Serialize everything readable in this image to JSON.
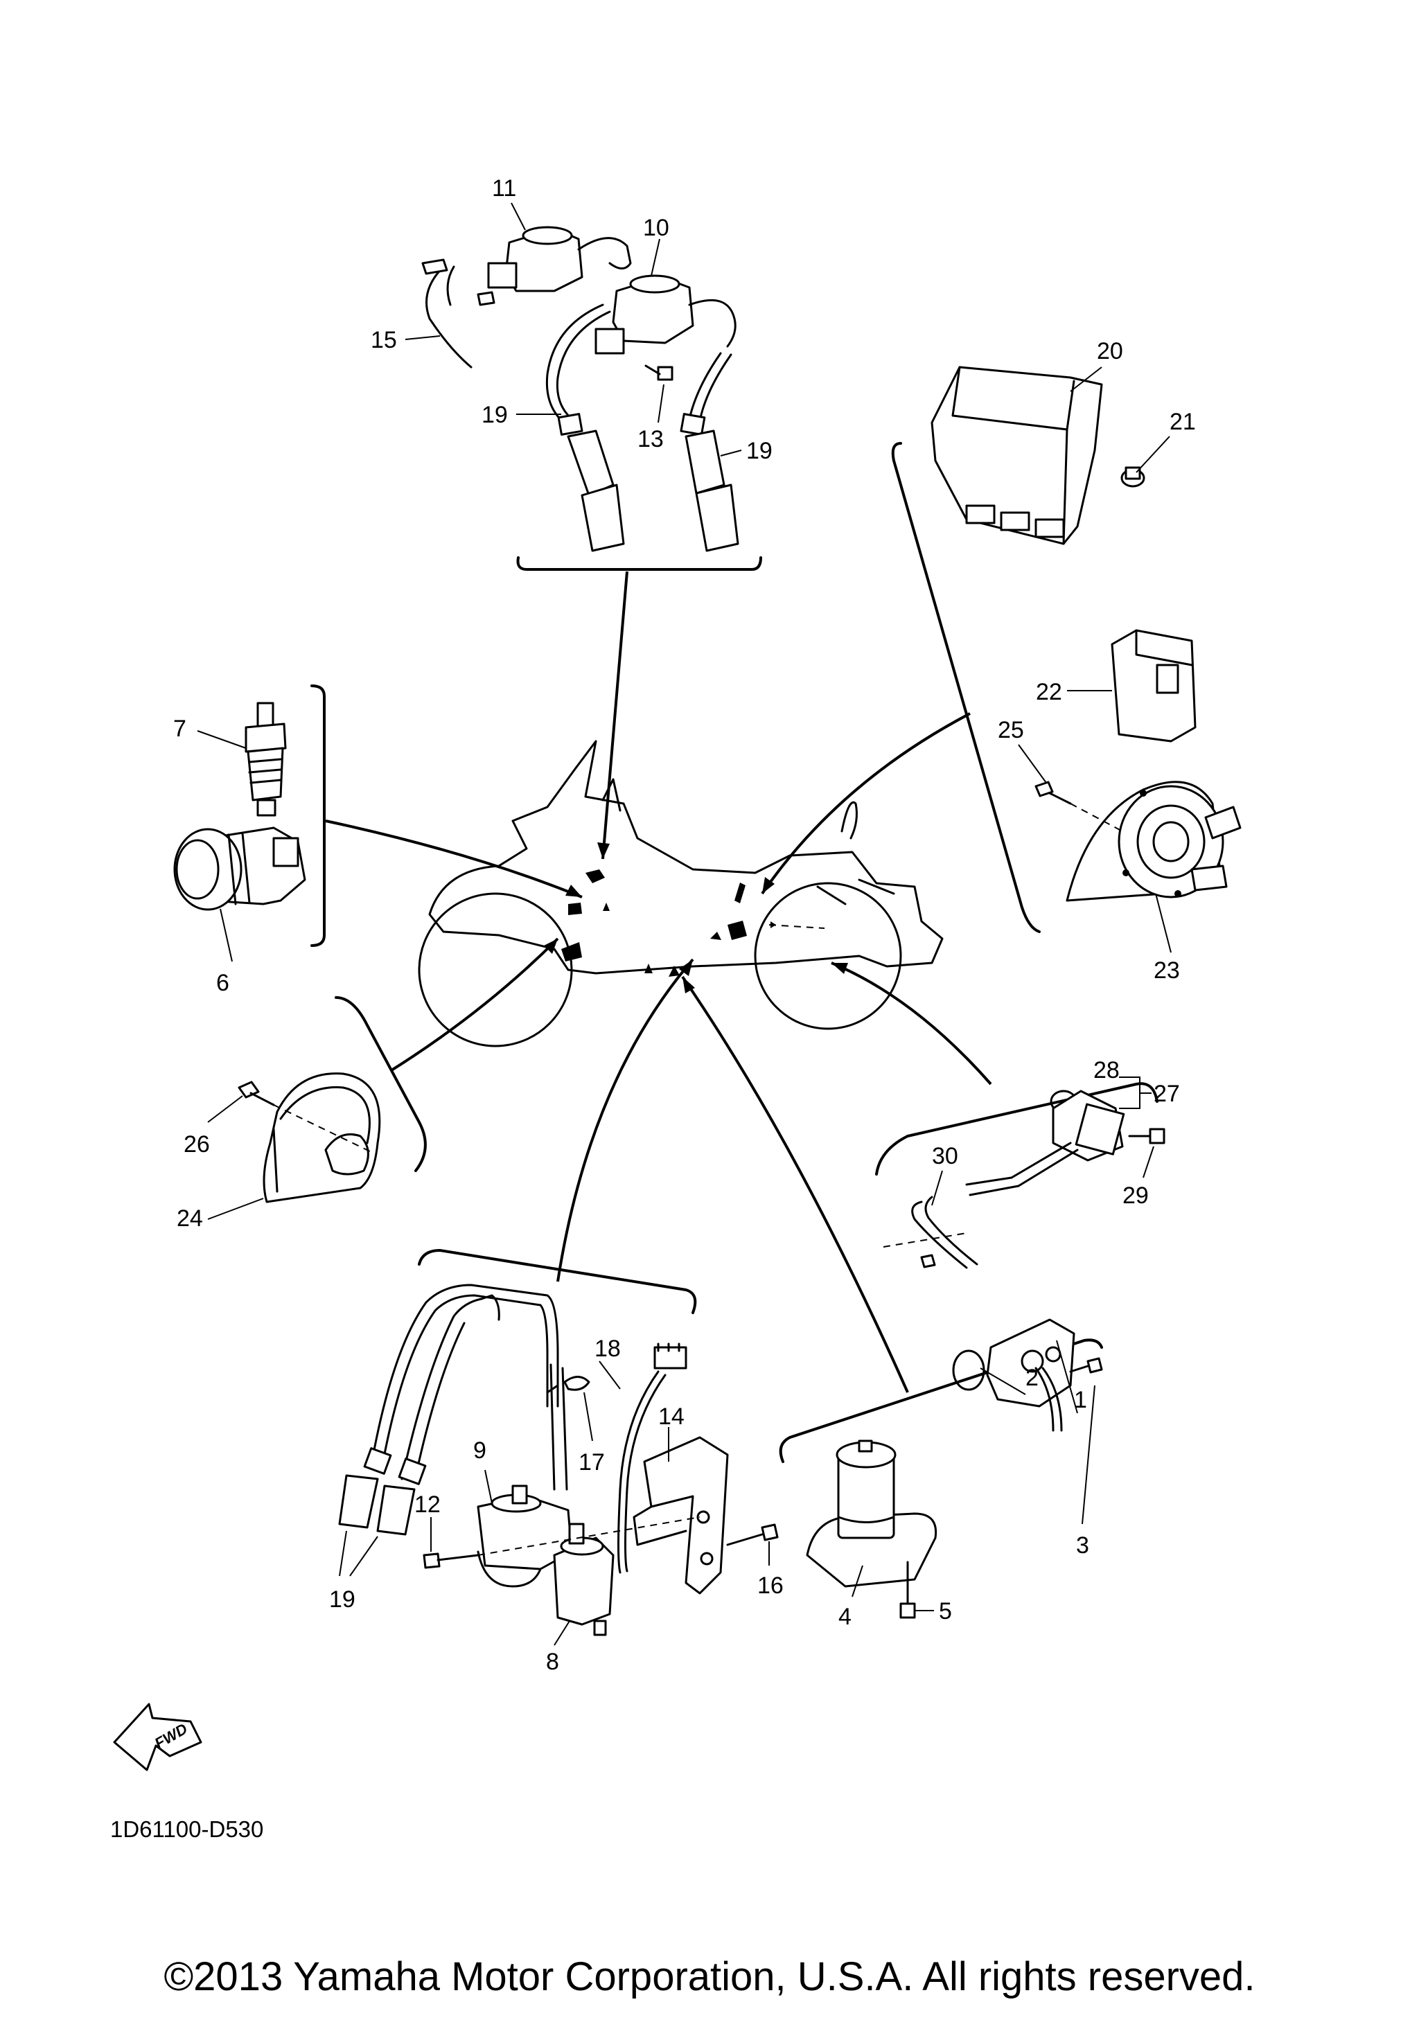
{
  "labels": {
    "p1": "1",
    "p2": "2",
    "p3": "3",
    "p4": "4",
    "p5": "5",
    "p6": "6",
    "p7": "7",
    "p8": "8",
    "p9": "9",
    "p10": "10",
    "p11": "11",
    "p12": "12",
    "p13": "13",
    "p14": "14",
    "p15": "15",
    "p16": "16",
    "p17": "17",
    "p18": "18",
    "p19a": "19",
    "p19b": "19",
    "p19c": "19",
    "p20": "20",
    "p21": "21",
    "p22": "22",
    "p23": "23",
    "p24": "24",
    "p25": "25",
    "p26": "26",
    "p27": "27",
    "p28": "28",
    "p29": "29",
    "p30": "30"
  },
  "fwd_arrow_text": "FWD",
  "diagram_code": "1D61100-D530",
  "copyright": "©2013 Yamaha Motor Corporation, U.S.A. All rights reserved."
}
